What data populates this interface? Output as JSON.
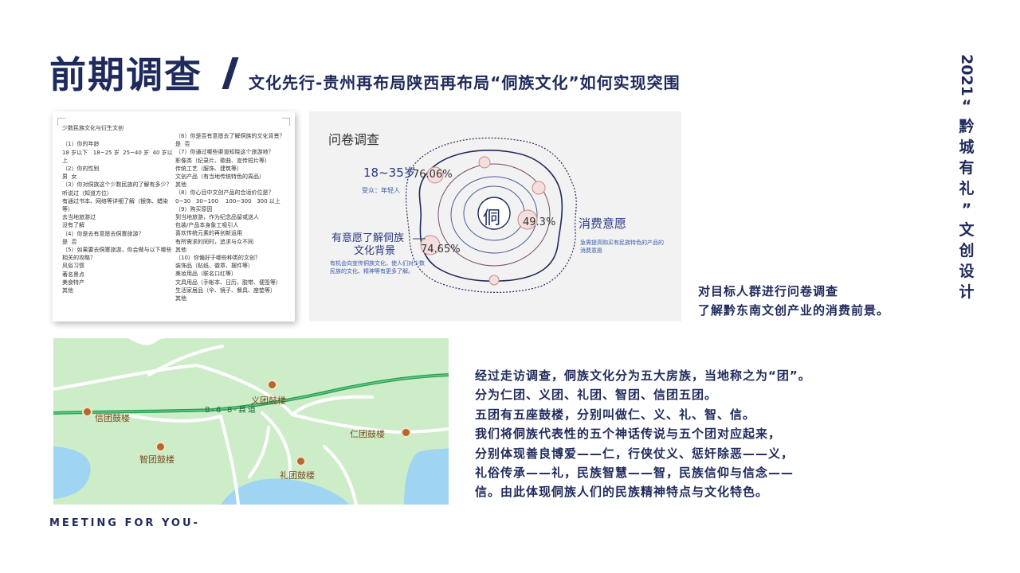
{
  "header": {
    "title": "前期调查",
    "subtitle": "文化先行-贵州再布局陕西再布局“侗族文化”如何实现突围"
  },
  "side_vertical": [
    "2021",
    "“",
    "黔",
    "城",
    "有",
    "礼",
    "”",
    "文",
    "创",
    "设",
    "计"
  ],
  "questionnaire_doc": {
    "left_column": "少数民族文化与衍生文创\n\n（1）你的年龄\n18 岁以下   18~25 岁  25~40 岁  40 岁以上\n（2）你的性别\n男  女\n（3）你对侗族这个少数民族的了解有多少？\n听说过（知道方位）\n有通过书本、网络等详细了解（银饰、蜡染等）\n去当地旅游过\n没有了解\n（4）你是去有意愿去侗寨旅游？\n是  否\n（5）如果要去侗寨旅游，你会做与以下哪些相关的攻略？\n风俗习惯\n著名景点\n美食特产\n其他",
    "right_column": "（6）你是否有意愿去了解侗族的文化背景？\n是  否\n（7）你通过哪些渠道知晓这个旅游地？\n影像类（纪录片、歌曲、宣传短片等）\n传统工艺（服饰、建筑等）\n文创产品（有当地传统特色的周品）\n其他\n（8）你心目中文创产品的合适价位是？\n0~30   30~100    100~300   300 以上\n（9）购买原因\n到当地旅游，作为纪念品留或送人\n包装/产品本身象工吸引人\n喜欢传统元素的再创新运用\n有所需求的同时，追求与众不同\n其他\n（10）你偏好于哪些种类的文创？\n装饰品（贴纸、徽章、摆件等）\n美妆用品（联名口红等）\n文具用品（手帐本、日历、胶带、便签等）\n生活家居品（伞、镜子、餐具、座垫等）\n其他"
  },
  "survey": {
    "title": "问卷调查",
    "center_char": "侗",
    "age_label": "18~35岁",
    "age_sub": "受众：年轻人",
    "pct_age": "76.06%",
    "willing_label_1": "有意愿了解侗族",
    "willing_label_2": "文化背景",
    "willing_note": "有机会向宣传侗族文化，使人们对少数民族的文化、精神等有更多了解。",
    "pct_willing": "74.65%",
    "consume_label": "消费意愿",
    "consume_note": "急需提高购买有民族特色的产品的消费意愿",
    "pct_consume": "49.3%"
  },
  "caption_right": [
    "对目标人群进行问卷调查",
    "了解黔东南文创产业的消费前景。"
  ],
  "map": {
    "road": "8-6-8-县道",
    "places": [
      "义团鼓楼",
      "信团鼓楼",
      "仁团鼓楼",
      "智团鼓楼",
      "礼团鼓楼"
    ]
  },
  "description": [
    "经过走访调查，侗族文化分为五大房族，当地称之为“团”。",
    "分为仁团、义团、礼团、智团、信团五团。",
    "五团有五座鼓楼，分别叫做仁、义、礼、智、信。",
    "我们将侗族代表性的五个神话传说与五个团对应起来，",
    "分别体现善良博爱——仁，行侠仗义、惩奸除恶——义，",
    "礼俗传承——礼，民族智慧——智，民族信仰与信念——",
    "信。由此体现侗族人们的民族精神特点与文化特色。"
  ],
  "footer": "MEETING FOR YOU-",
  "colors": {
    "navy": "#1f2a5c",
    "map_green": "#cdecc8",
    "map_water": "#9fd4f2",
    "road_green": "#2e9a5a"
  }
}
